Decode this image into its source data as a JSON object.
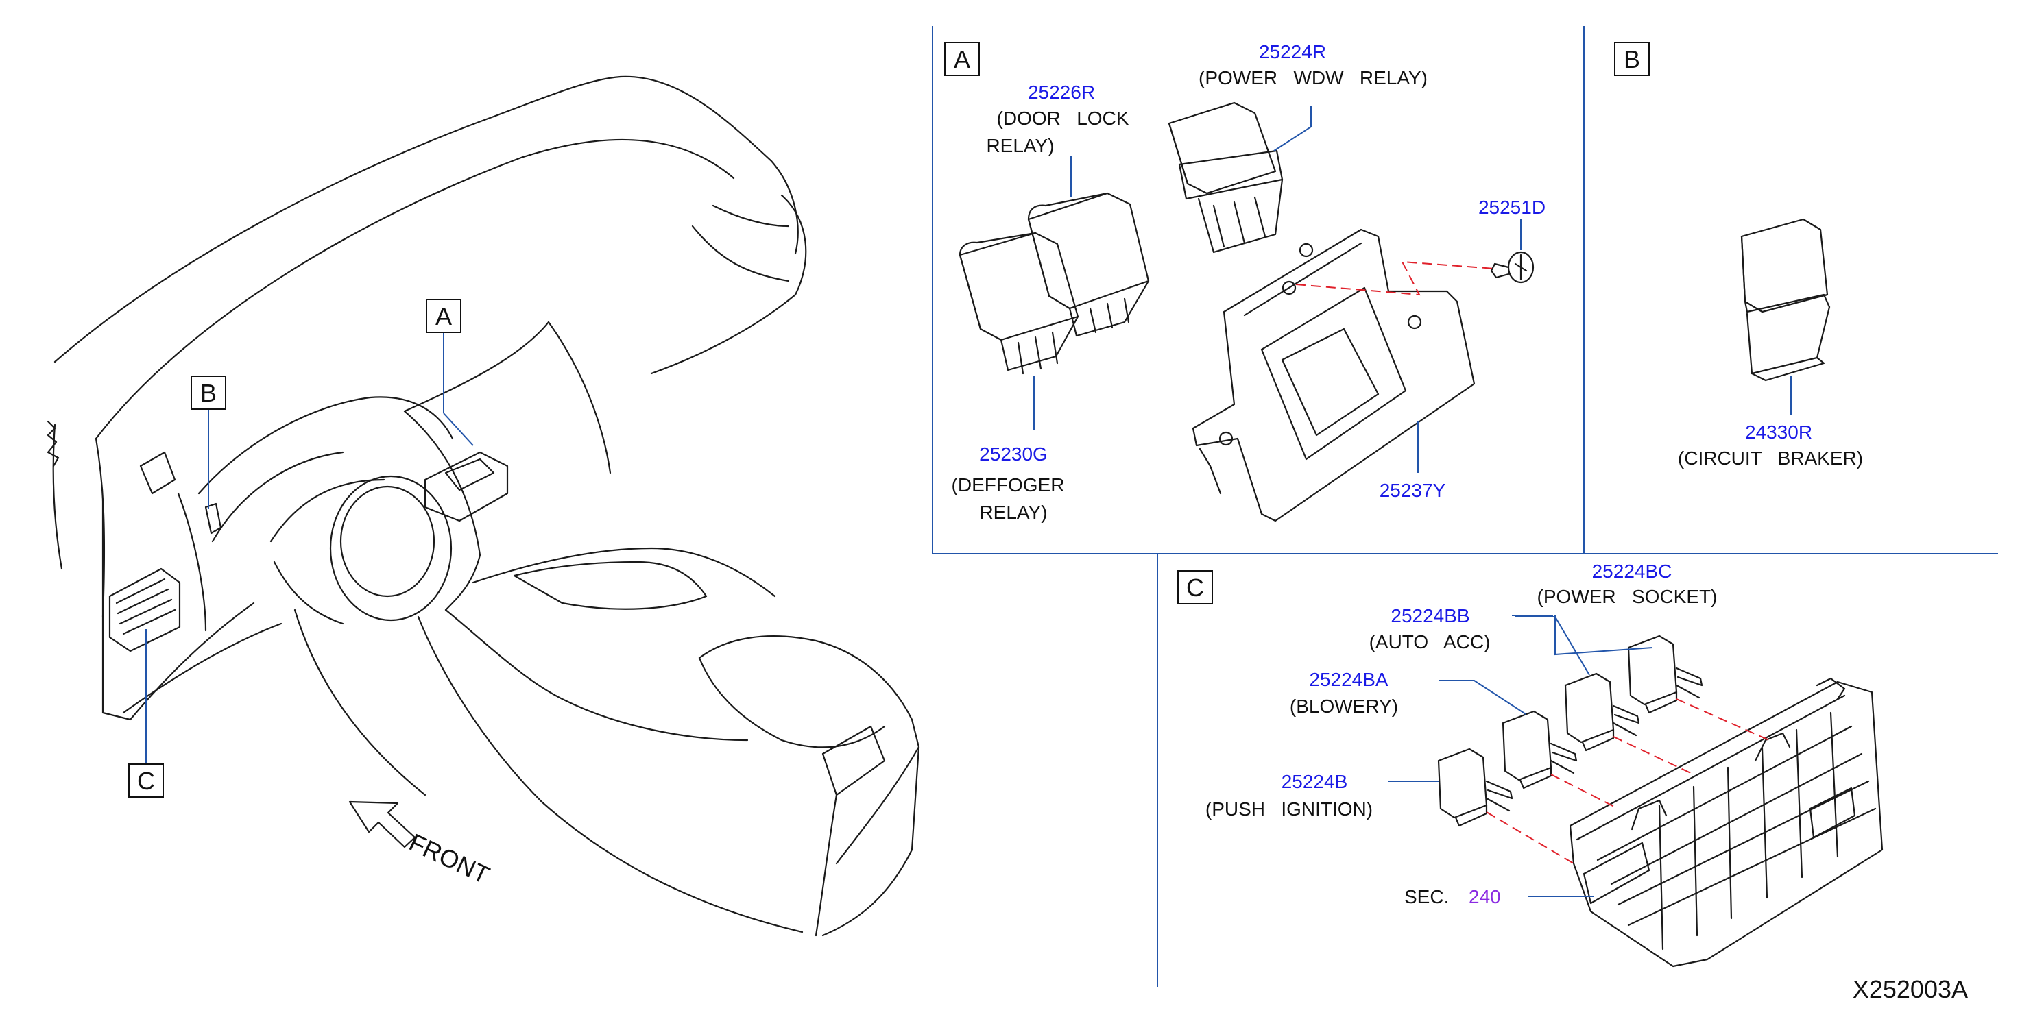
{
  "colors": {
    "part_number": "#1a1ae6",
    "section_number": "#8a2be2",
    "text": "#111111",
    "leader": "#2255aa",
    "dashed_red": "#e0202a",
    "frame": "#2255aa"
  },
  "overview": {
    "callouts": [
      "A",
      "B",
      "C"
    ],
    "front_label": "FRONT"
  },
  "panel_a": {
    "label": "A",
    "parts": [
      {
        "number": "25224R",
        "description_lines": [
          "(POWER   WDW   RELAY)"
        ]
      },
      {
        "number": "25226R",
        "description_lines": [
          "(DOOR   LOCK",
          "RELAY)"
        ]
      },
      {
        "number": "25251D",
        "description_lines": []
      },
      {
        "number": "25230G",
        "description_lines": [
          "(DEFFOGER",
          "RELAY)"
        ]
      },
      {
        "number": "25237Y",
        "description_lines": []
      }
    ]
  },
  "panel_b": {
    "label": "B",
    "parts": [
      {
        "number": "24330R",
        "description_lines": [
          "(CIRCUIT   BRAKER)"
        ]
      }
    ]
  },
  "panel_c": {
    "label": "C",
    "parts": [
      {
        "number": "25224BC",
        "description_lines": [
          "(POWER   SOCKET)"
        ]
      },
      {
        "number": "25224BB",
        "description_lines": [
          "(AUTO   ACC)"
        ]
      },
      {
        "number": "25224BA",
        "description_lines": [
          "(BLOWERY)"
        ]
      },
      {
        "number": "25224B",
        "description_lines": [
          "(PUSH   IGNITION)"
        ]
      }
    ],
    "section_ref": {
      "prefix": "SEC.",
      "number": "240"
    }
  },
  "drawing_id": "X252003A"
}
